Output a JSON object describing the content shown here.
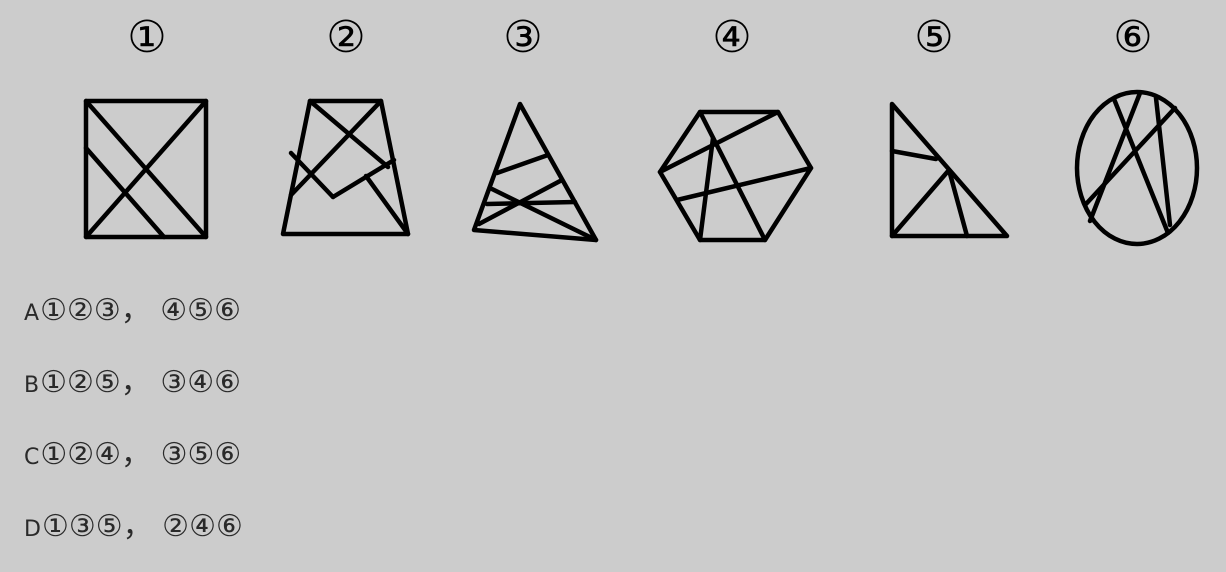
{
  "figures": [
    {
      "label": "①",
      "shape": "square"
    },
    {
      "label": "②",
      "shape": "trapezoid"
    },
    {
      "label": "③",
      "shape": "triangle"
    },
    {
      "label": "④",
      "shape": "hexagon"
    },
    {
      "label": "⑤",
      "shape": "right-triangle"
    },
    {
      "label": "⑥",
      "shape": "ellipse"
    }
  ],
  "options": [
    {
      "letter": "A",
      "text": "①②③， ④⑤⑥"
    },
    {
      "letter": "B",
      "text": "①②⑤， ③④⑥"
    },
    {
      "letter": "C",
      "text": "①②④， ③⑤⑥"
    },
    {
      "letter": "D",
      "text": "①③⑤， ②④⑥"
    }
  ]
}
